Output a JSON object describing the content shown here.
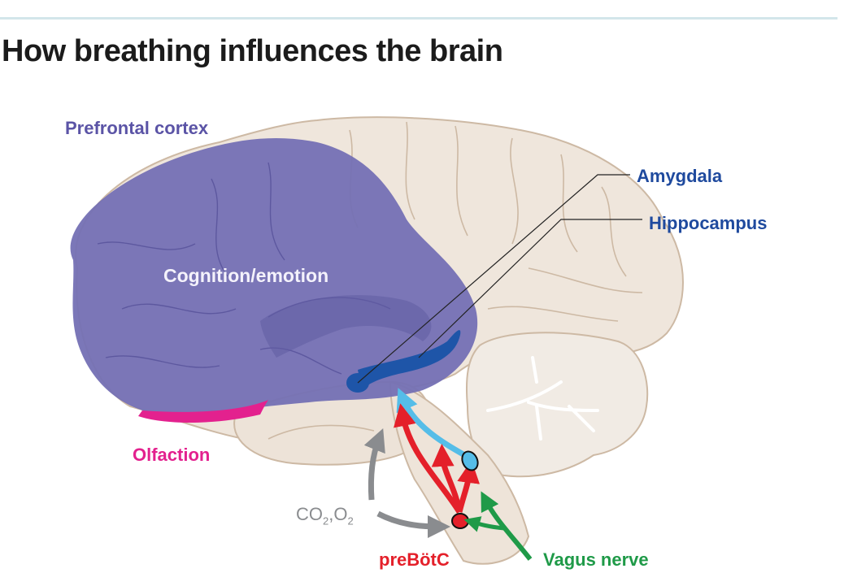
{
  "page": {
    "title": "How breathing influences the brain"
  },
  "figure": {
    "labels": {
      "prefrontal_cortex": "Prefrontal cortex",
      "cognition_emotion": "Cognition/emotion",
      "amygdala": "Amygdala",
      "hippocampus": "Hippocampus",
      "olfaction": "Olfaction",
      "gases": {
        "co": "CO",
        "co_sub": "2",
        "sep": ",",
        "o": "O",
        "o_sub": "2"
      },
      "prebotc": "preBötC",
      "vagus_nerve": "Vagus nerve"
    },
    "colors": {
      "brain_fill": "#efe6dc",
      "brain_outline": "#cdb9a4",
      "prefrontal": "#7470b4",
      "limbic_blue": "#1e55a8",
      "olfaction_pink": "#e3218e",
      "arrow_gray": "#8a8c8f",
      "arrow_red": "#e4202a",
      "arrow_lightblue": "#55bde8",
      "arrow_green": "#1f9a48"
    }
  }
}
